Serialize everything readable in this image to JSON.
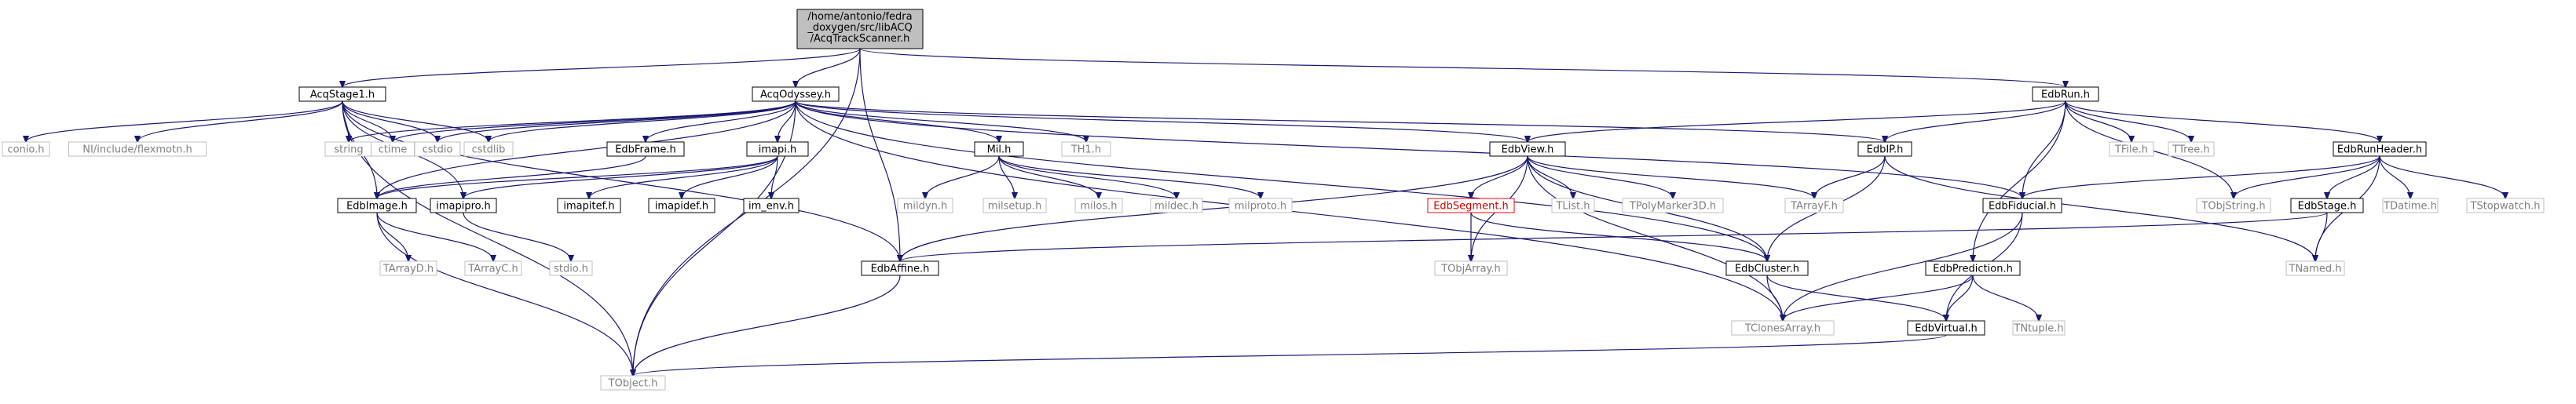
{
  "graph": {
    "root": {
      "line1": "/home/antonio/fedra",
      "line2": "_doxygen/src/libACQ",
      "line3": "/AcqTrackScanner.h"
    },
    "nodes": {
      "acqstage1": "AcqStage1.h",
      "acqodyssey": "AcqOdyssey.h",
      "edbrun": "EdbRun.h",
      "conio": "conio.h",
      "niflex": "NI/include/flexmotn.h",
      "string": "string",
      "ctime": "ctime",
      "cstdio": "cstdio",
      "cstdlib": "cstdlib",
      "edbframe": "EdbFrame.h",
      "imapi": "imapi.h",
      "mil": "Mil.h",
      "th1": "TH1.h",
      "edbview": "EdbView.h",
      "edbip": "EdbIP.h",
      "tfile": "TFile.h",
      "ttree": "TTree.h",
      "edbrunheader": "EdbRunHeader.h",
      "edbimage": "EdbImage.h",
      "imapipro": "imapipro.h",
      "imapitef": "imapitef.h",
      "imapidef": "imapidef.h",
      "imenv": "im_env.h",
      "mildyn": "mildyn.h",
      "milsetup": "milsetup.h",
      "milos": "milos.h",
      "mildec": "mildec.h",
      "milproto": "milproto.h",
      "edbsegment": "EdbSegment.h",
      "tlist": "TList.h",
      "tpolymarker": "TPolyMarker3D.h",
      "tarrayf": "TArrayF.h",
      "edbfiducial": "EdbFiducial.h",
      "tobjstring": "TObjString.h",
      "edbstage": "EdbStage.h",
      "tdatime": "TDatime.h",
      "tstopwatch": "TStopwatch.h",
      "tarrayd": "TArrayD.h",
      "tarrayc": "TArrayC.h",
      "stdio": "stdio.h",
      "edbaffine": "EdbAffine.h",
      "tobjarray": "TObjArray.h",
      "edbcluster": "EdbCluster.h",
      "edbprediction": "EdbPrediction.h",
      "tnamed": "TNamed.h",
      "tclonesarray": "TClonesArray.h",
      "edbvirtual": "EdbVirtual.h",
      "tntuple": "TNtuple.h",
      "tobject": "TObject.h"
    },
    "colors": {
      "edge": "#191970",
      "box_border_internal": "#000000",
      "box_border_external": "#bfbfbf",
      "box_border_highlight": "#ff0000",
      "root_fill": "#bfbfbf",
      "text_internal": "#000000",
      "text_external": "#808080",
      "text_highlight": "#cc0000"
    }
  }
}
